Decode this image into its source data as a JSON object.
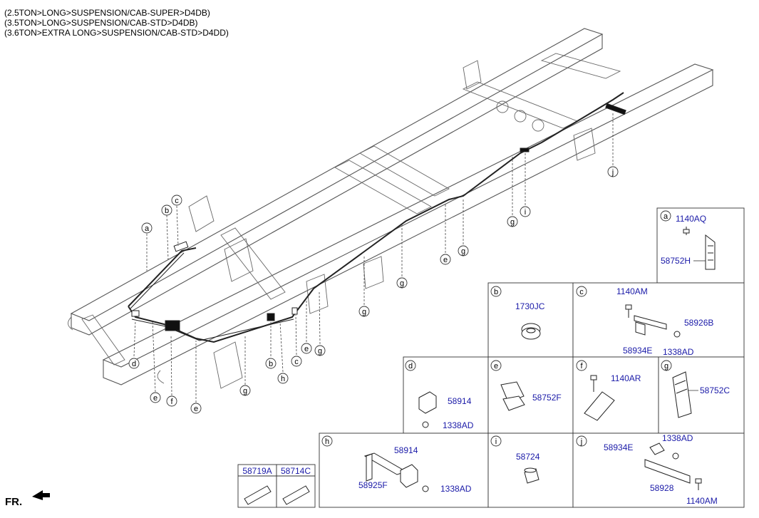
{
  "header": {
    "lines": [
      "(2.5TON>LONG>SUSPENSION/CAB-SUPER>D4DB)",
      "(3.5TON>LONG>SUSPENSION/CAB-STD>D4DB)",
      "(3.6TON>EXTRA LONG>SUSPENSION/CAB-STD>D4DD)"
    ]
  },
  "callouts": {
    "a": "a",
    "b": "b",
    "c": "c",
    "d": "d",
    "e": "e",
    "f": "f",
    "g": "g",
    "h": "h",
    "i": "i",
    "j": "j"
  },
  "panels": {
    "a": {
      "letter": "a",
      "parts": [
        "1140AQ",
        "58752H"
      ]
    },
    "b": {
      "letter": "b",
      "parts": [
        "1730JC"
      ]
    },
    "c": {
      "letter": "c",
      "parts": [
        "1140AM",
        "58926B",
        "58934E",
        "1338AD"
      ]
    },
    "d": {
      "letter": "d",
      "parts": [
        "58914",
        "1338AD"
      ]
    },
    "e": {
      "letter": "e",
      "parts": [
        "58752F"
      ]
    },
    "f": {
      "letter": "f",
      "parts": [
        "1140AR"
      ]
    },
    "g": {
      "letter": "g",
      "parts": [
        "58752C"
      ]
    },
    "h": {
      "letter": "h",
      "parts": [
        "58914",
        "58925F",
        "1338AD"
      ]
    },
    "i": {
      "letter": "i",
      "parts": [
        "58724"
      ]
    },
    "j": {
      "letter": "j",
      "parts": [
        "1338AD",
        "58934E",
        "58928",
        "1140AM"
      ]
    }
  },
  "extra_table": {
    "cols": [
      "58719A",
      "58714C"
    ]
  },
  "footer": {
    "fr_label": "FR."
  }
}
